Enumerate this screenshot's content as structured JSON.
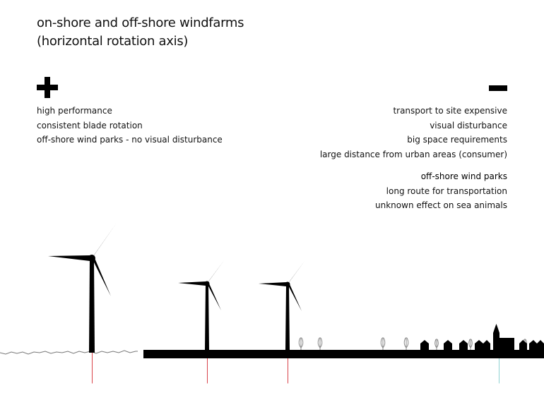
{
  "title": {
    "line1": "on-shore and off-shore windfarms",
    "line2": "(horizontal rotation axis)"
  },
  "pros": {
    "icon": "plus-icon",
    "items": [
      "high performance",
      "consistent blade rotation",
      "off-shore wind parks - no visual disturbance"
    ]
  },
  "cons": {
    "icon": "minus-icon",
    "items": [
      "transport to site expensive",
      "visual disturbance",
      "big space requirements",
      "large distance from urban areas (consumer)"
    ],
    "offshore_heading": "off-shore wind parks",
    "offshore_items": [
      "long route for transportation",
      "unknown effect on sea animals"
    ]
  },
  "colors": {
    "cable": "#d9434a",
    "cable_end": "#8fd3d3",
    "silhouette": "#000000",
    "water": "#777777"
  }
}
